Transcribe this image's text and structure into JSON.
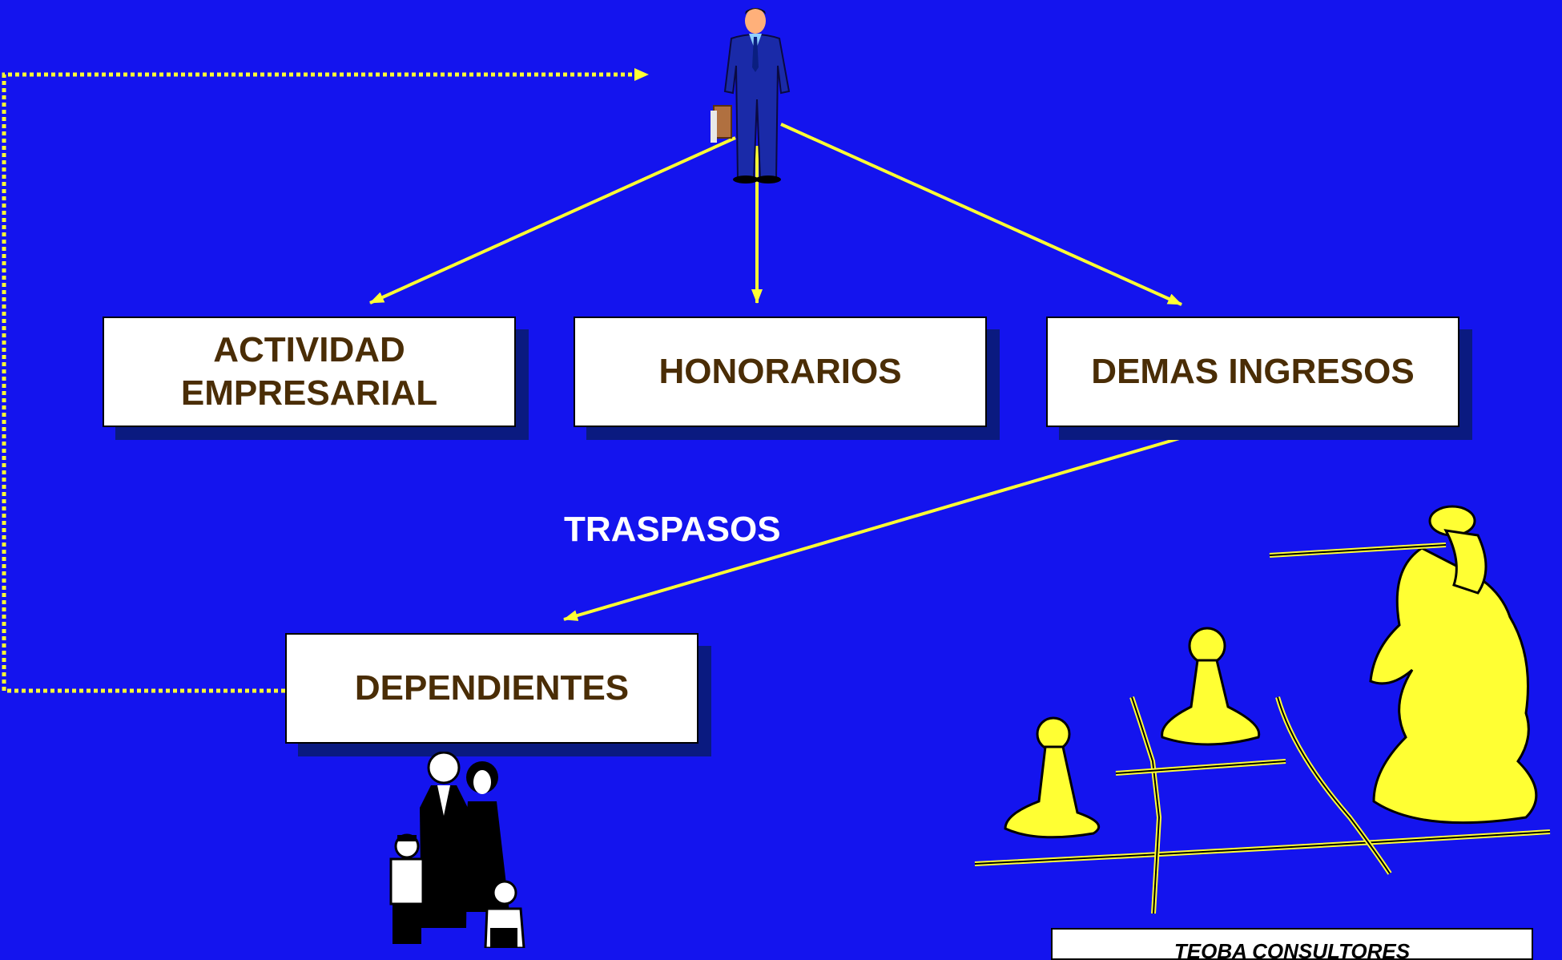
{
  "diagram": {
    "nodes": {
      "actividad_line1": "ACTIVIDAD",
      "actividad_line2": "EMPRESARIAL",
      "honorarios": "HONORARIOS",
      "demas_ingresos": "DEMAS INGRESOS",
      "dependientes": "DEPENDIENTES"
    },
    "edge_label_traspasos": "TRASPASOS",
    "footer": "TEOBA CONSULTORES"
  },
  "colors": {
    "background": "#1414ee",
    "arrow": "#ffff33",
    "box_text": "#4a2d06",
    "box_shadow": "#0a1a80"
  },
  "icons": [
    "businessman-icon",
    "family-icon",
    "chess-pieces-icon"
  ]
}
